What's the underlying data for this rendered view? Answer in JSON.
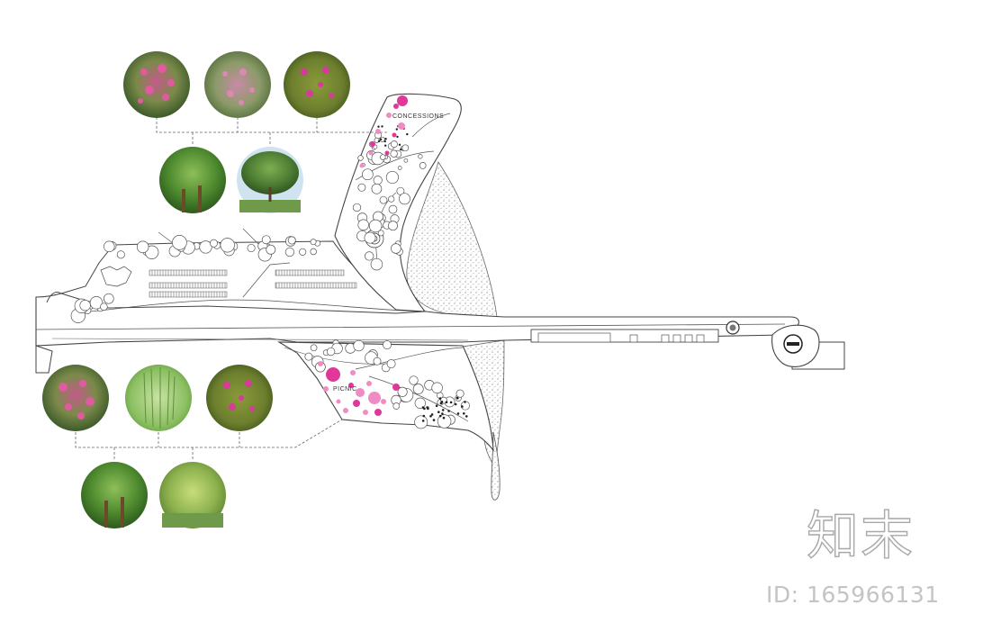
{
  "plan": {
    "labels": {
      "concessions": "CONCESSIONS",
      "picnic": "PICNIC"
    }
  },
  "plant_palette": {
    "upper": {
      "groundcover": [
        "pink-oleander-shrub-photo",
        "pink-flowering-shrub-photo",
        "magenta-iceplant-groundcover-photo"
      ],
      "trees": [
        "fan-palm-photo",
        "spreading-shade-tree-photo"
      ]
    },
    "lower": {
      "groundcover": [
        "pink-oleander-shrub-photo",
        "ornamental-grass-photo",
        "magenta-iceplant-groundcover-photo"
      ],
      "trees": [
        "fan-palm-photo",
        "willow-tree-photo"
      ]
    }
  },
  "colors": {
    "accent_magenta": "#e0389a",
    "accent_pink": "#f08cc4",
    "linework": "#555555",
    "sand_fill": "#e9e9e9"
  },
  "watermark": {
    "logo_text": "知末",
    "id_text": "ID: 165966131"
  }
}
